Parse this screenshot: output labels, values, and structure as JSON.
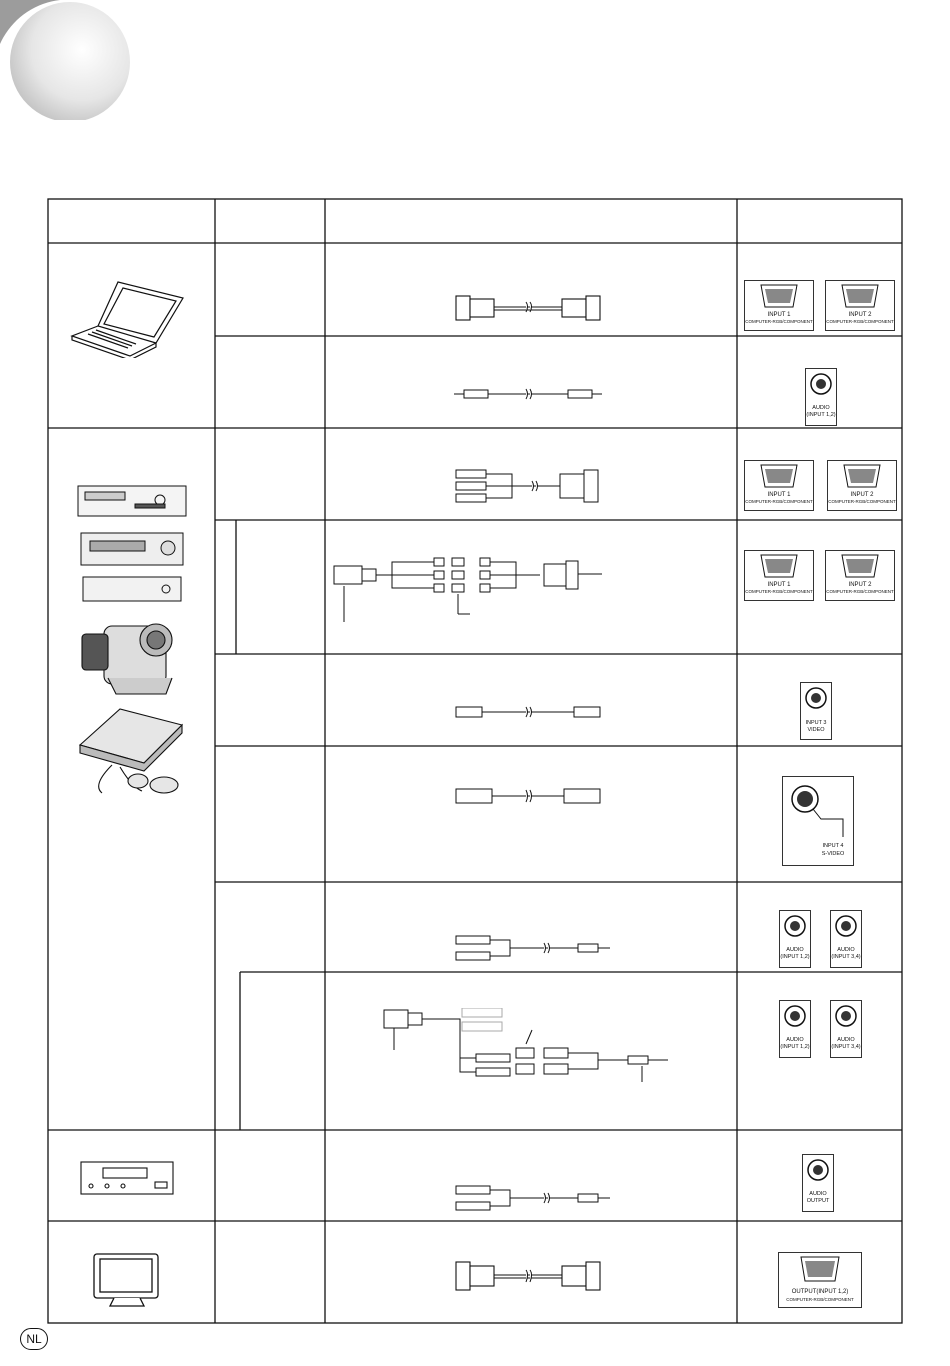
{
  "ports": {
    "input1_vga": "INPUT 1",
    "input1_sub": "COMPUTER-RGB/COMPONENT",
    "input2_vga": "INPUT 2",
    "input2_sub": "COMPUTER-RGB/COMPONENT",
    "audio_label": "AUDIO",
    "audio_input12": "(INPUT 1,2)",
    "audio_input34": "(INPUT 3,4)",
    "input3": "INPUT 3",
    "video": "VIDEO",
    "input4": "INPUT 4",
    "svideo": "S-VIDEO",
    "audio_output_label": "AUDIO",
    "audio_output": "OUTPUT",
    "monitor_output": "OUTPUT(INPUT 1,2)",
    "monitor_output_sub": "COMPUTER-RGB/COMPONENT"
  },
  "footer": {
    "language_badge": "NL"
  }
}
